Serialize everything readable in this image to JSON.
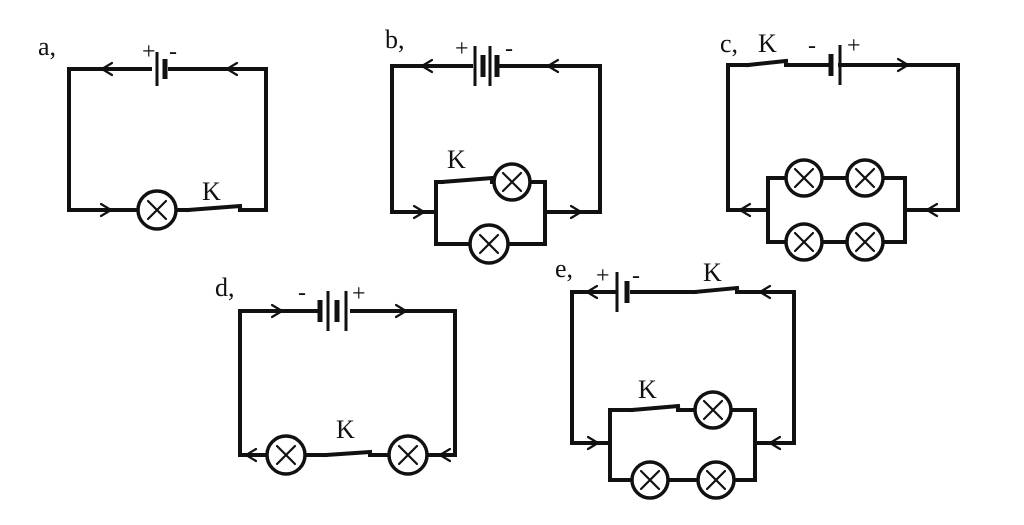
{
  "circuits": [
    {
      "label": "a,",
      "battery": {
        "left_terminal": "+",
        "right_terminal": "-",
        "cells": 1
      },
      "switches": [
        "K"
      ],
      "lamp_symbol": "X",
      "lamp_count": 1,
      "arrangement": "lamp and switch in series"
    },
    {
      "label": "b,",
      "battery": {
        "left_terminal": "+",
        "right_terminal": "-",
        "cells": 2
      },
      "switches": [
        "K"
      ],
      "lamp_symbol": "X",
      "lamp_count": 2,
      "arrangement": "two parallel branches; switch in series with the upper lamp"
    },
    {
      "label": "c,",
      "battery": {
        "left_terminal": "-",
        "right_terminal": "+",
        "cells": 1
      },
      "switches": [
        "K"
      ],
      "lamp_symbol": "X",
      "lamp_count": 4,
      "arrangement": "two parallel branches of two lamps each; switch on main line"
    },
    {
      "label": "d,",
      "battery": {
        "left_terminal": "-",
        "right_terminal": "+",
        "cells": 2
      },
      "switches": [
        "K"
      ],
      "lamp_symbol": "X",
      "lamp_count": 2,
      "arrangement": "two lamps and switch in series"
    },
    {
      "label": "e,",
      "battery": {
        "left_terminal": "+",
        "right_terminal": "-",
        "cells": 1
      },
      "switches": [
        "K",
        "K"
      ],
      "lamp_symbol": "X",
      "lamp_count": 3,
      "arrangement": "switch on main line; upper branch switch with one lamp, lower branch two lamps"
    }
  ]
}
